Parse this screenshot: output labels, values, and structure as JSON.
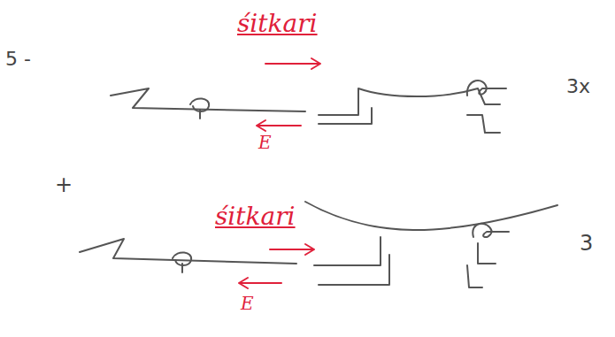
{
  "diagram": {
    "labels": [
      "5 -",
      "śitkari",
      "E",
      "3x",
      "+",
      "śitkari",
      "E",
      "3"
    ]
  }
}
